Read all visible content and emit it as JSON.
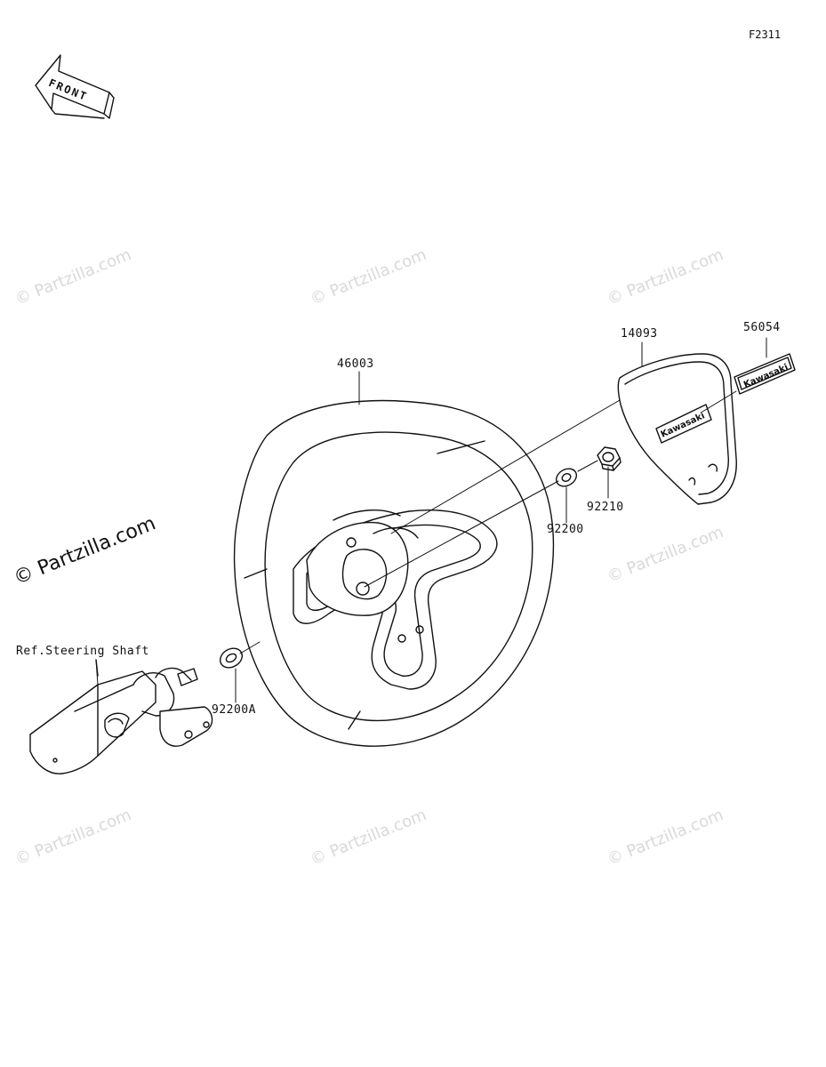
{
  "figure_code": "F2311",
  "front_arrow_label": "FRONT",
  "watermark_text": "© Partzilla.com",
  "callouts": {
    "p46003": "46003",
    "p14093": "14093",
    "p56054": "56054",
    "p92200": "92200",
    "p92210": "92210",
    "p92200A": "92200A",
    "ref_steering_shaft": "Ref.Steering Shaft"
  },
  "emblem_text": "Kawasaki",
  "colors": {
    "line": "#111111",
    "watermark": "#d9d9d9",
    "background": "#ffffff"
  }
}
